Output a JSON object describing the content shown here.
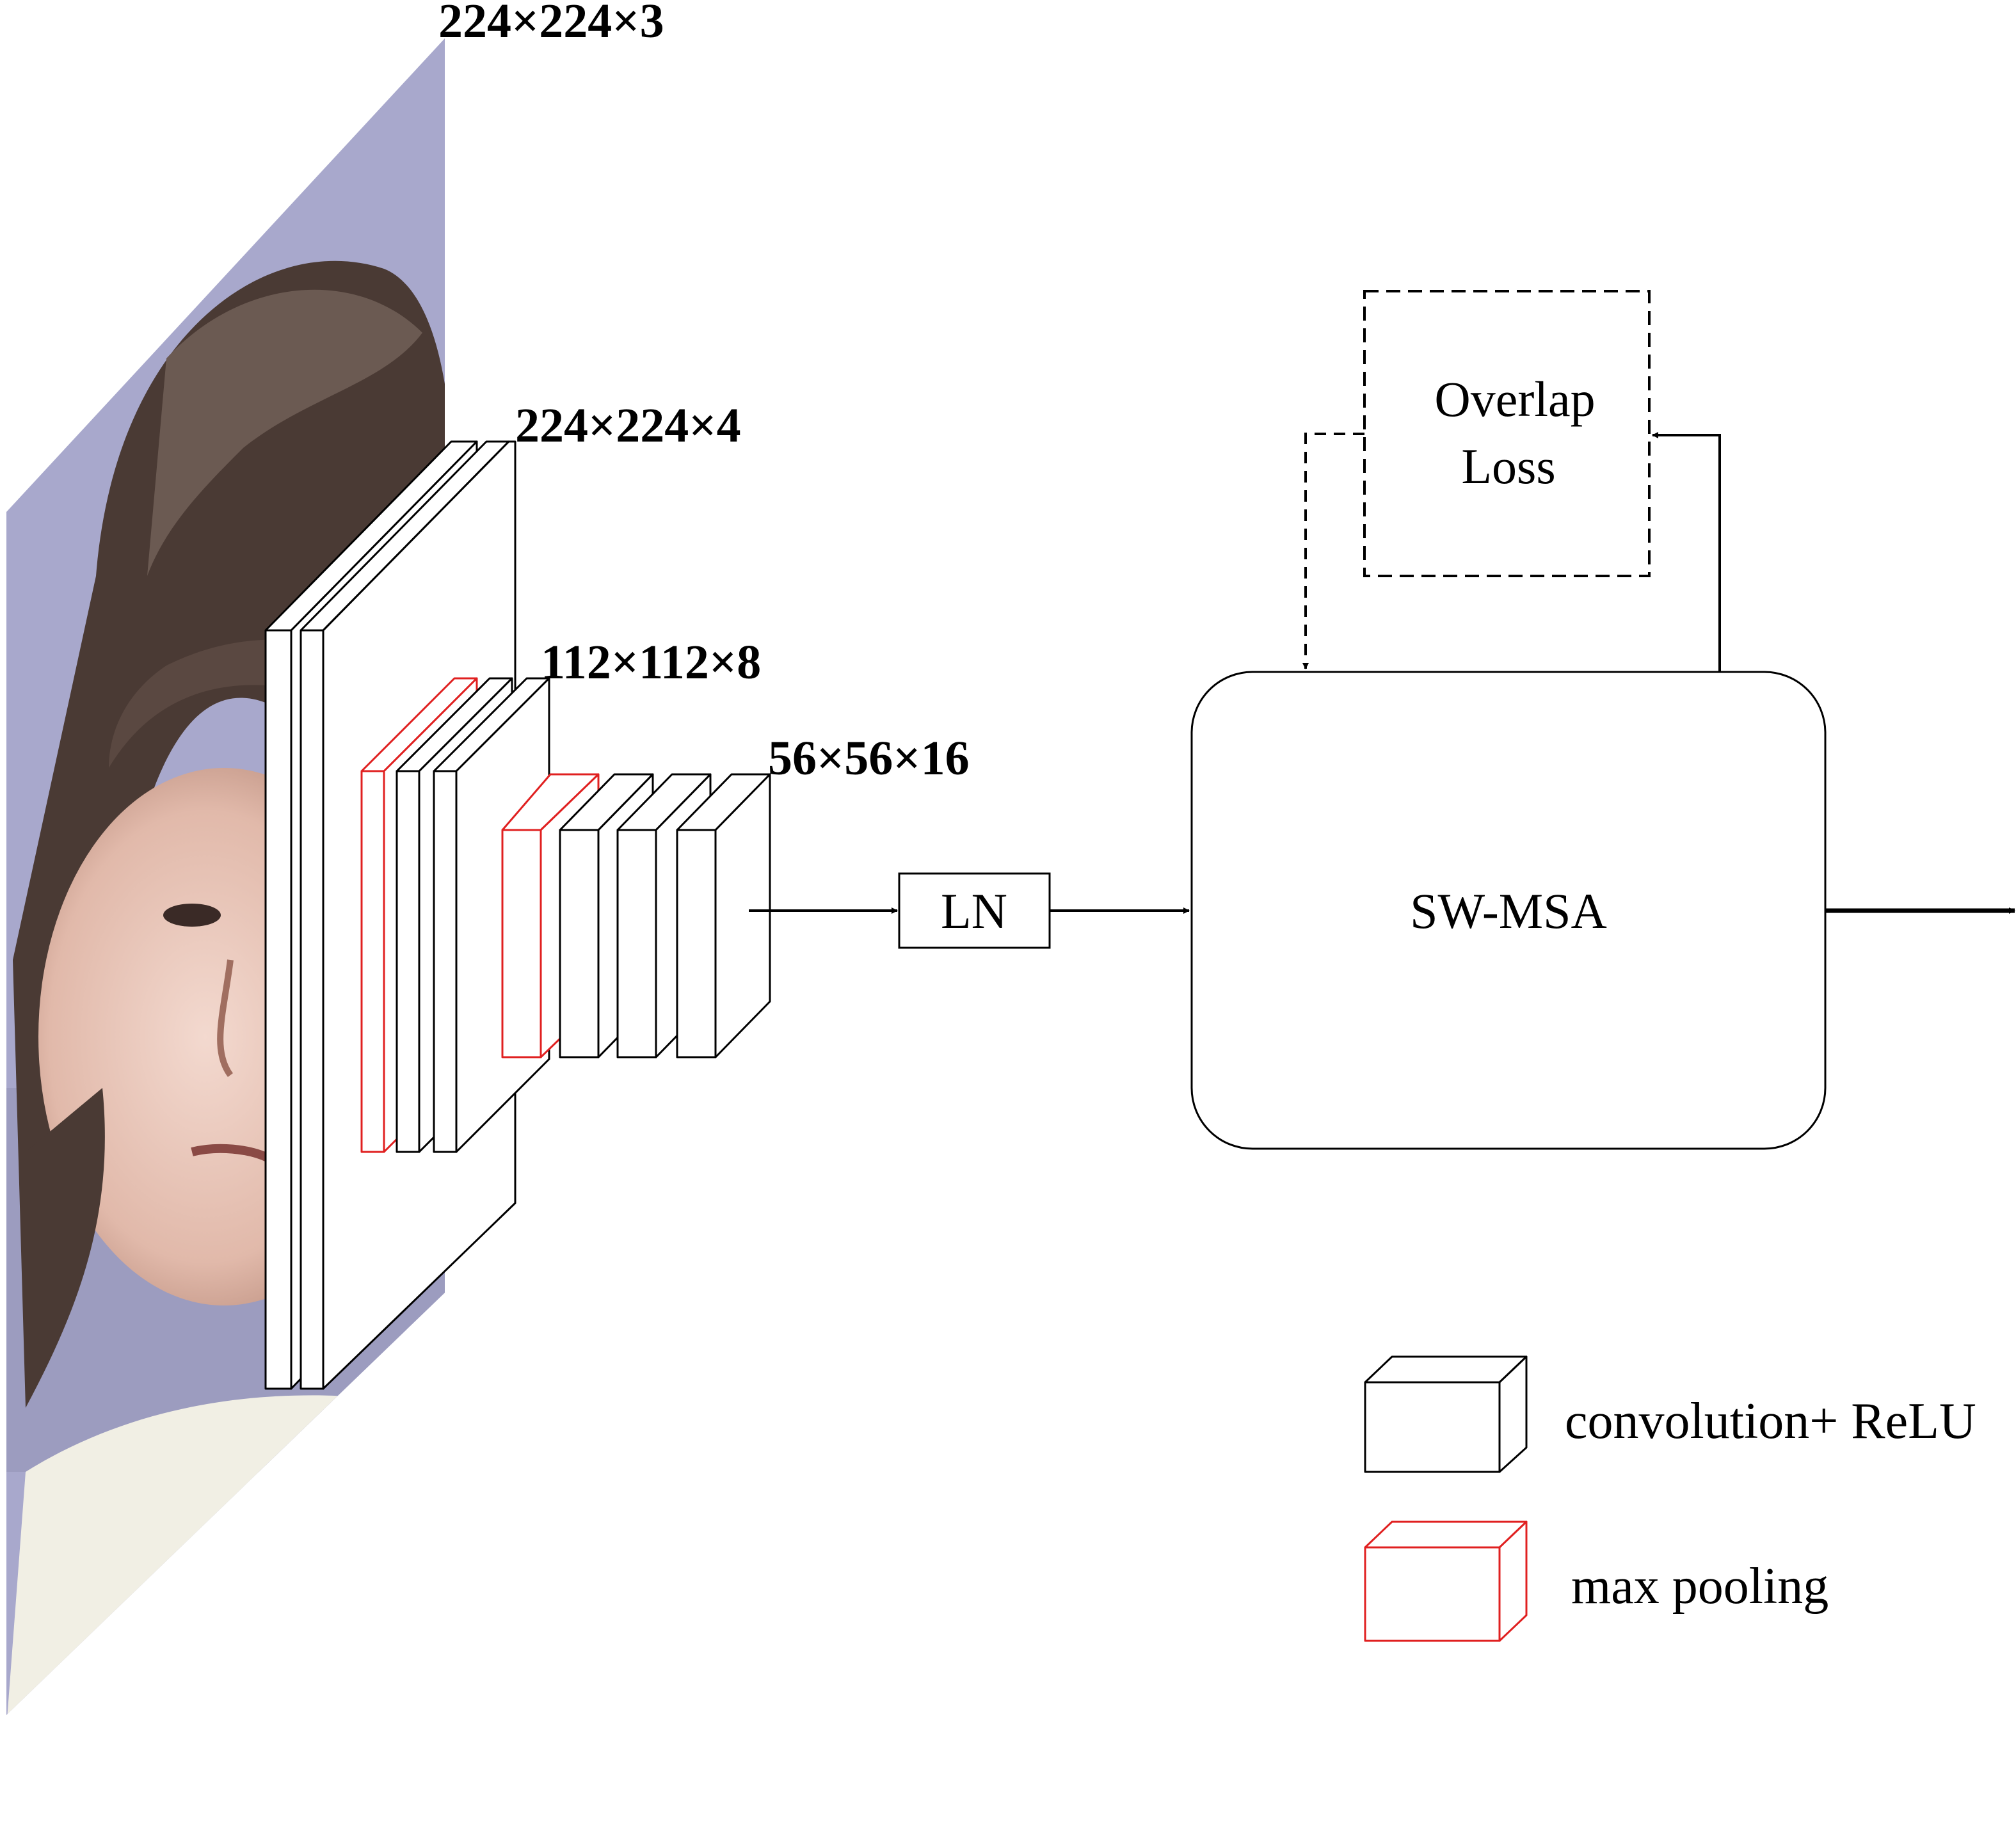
{
  "dimensions": {
    "input": "224×224×3",
    "stage1": "224×224×4",
    "stage2": "112×112×8",
    "stage3": "56×56×16"
  },
  "boxes": {
    "ln": "LN",
    "swmsa": "SW-MSA",
    "overlap_loss_line1": "Overlap",
    "overlap_loss_line2": "Loss"
  },
  "legend": {
    "conv_relu": "convolution+ ReLU",
    "max_pooling": "max pooling"
  },
  "colors": {
    "conv_stroke": "#000000",
    "pool_stroke": "#e02020",
    "photo_background": "#a8a8cc"
  },
  "icons": {
    "input_image": "face-photo"
  }
}
